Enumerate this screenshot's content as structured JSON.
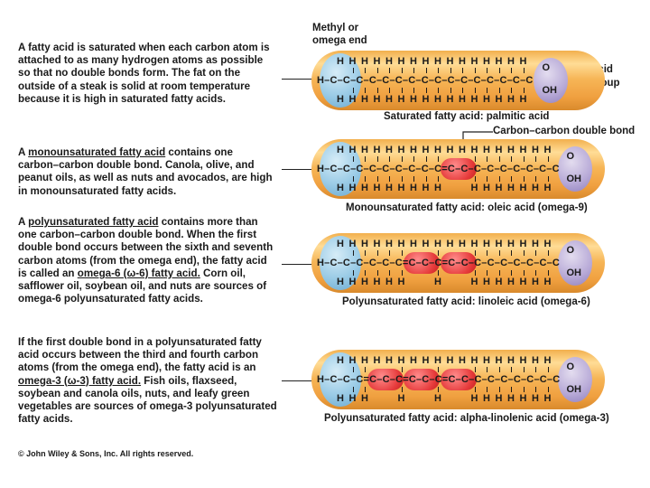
{
  "paragraphs": {
    "saturated": [
      "A fatty acid is saturated when each carbon atom is",
      "attached to as many hydrogen atoms as possible",
      "so that no double bonds form. The fat on the",
      "outside of a steak is solid at room temperature",
      "because it is high in saturated fatty acids."
    ],
    "mono": {
      "pre": "A ",
      "term": "monounsaturated fatty acid",
      "line1_post": " contains one",
      "rest": [
        "carbon–carbon double bond. Canola, olive, and",
        "peanut oils, as well as nuts and avocados, are high",
        "in monounsaturated fatty acids."
      ]
    },
    "poly6": {
      "pre": "A ",
      "term": "polyunsaturated fatty acid",
      "line1_post": " contains more than",
      "lines": [
        "one carbon–carbon double bond. When the first",
        "double bond occurs between the sixth and seventh",
        "carbon atoms (from the omega end), the fatty acid"
      ],
      "line5_pre": "is called an ",
      "term2": "omega-6 (ω-6) fatty acid.",
      "line5_post": " Corn oil,",
      "rest": [
        "safflower oil, soybean oil, and nuts are sources of",
        "omega-6 polyunsaturated fatty acids."
      ]
    },
    "poly3": {
      "lines": [
        "If the first double bond in a polyunsaturated fatty",
        "acid occurs between the third and fourth carbon",
        "atoms (from the omega end), the fatty acid is an"
      ],
      "term": "omega-3 (ω-3) fatty acid.",
      "line4_post": " Fish oils, flaxseed,",
      "rest": [
        "soybean and canola oils, nuts, and leafy green",
        "vegetables are sources of omega-3 polyunsaturated",
        "fatty acids."
      ]
    }
  },
  "copyright": "© John Wiley & Sons, Inc. All rights reserved.",
  "labels": {
    "methyl_end": [
      "Methyl or",
      "omega end"
    ],
    "acid_group": [
      "Acid",
      "group"
    ],
    "double_bond": "Carbon–carbon double bond"
  },
  "molecules": [
    {
      "caption": "Saturated fatty acid: palmitic acid",
      "double_bonds": []
    },
    {
      "caption": "Monounsaturated fatty acid: oleic acid (omega-9)",
      "double_bonds": [
        9
      ]
    },
    {
      "caption": "Polyunsaturated fatty acid:  linoleic acid (omega-6)",
      "double_bonds": [
        6,
        9
      ]
    },
    {
      "caption": "Polyunsaturated fatty acid: alpha-linolenic acid (omega-3)",
      "double_bonds": [
        3,
        6,
        9
      ]
    }
  ],
  "molecule_chains": [
    "H–C–C–C–C–C–C–C–C–C–C–C–C–C–C–C–C",
    "H–C–C–C–C–C–C–C–C–C=C–C–C–C–C–C–C–C–C",
    "H–C–C–C–C–C–C=C–C–C=C–C–C–C–C–C–C–C–C",
    "H–C–C–C=C–C–C=C–C–C=C–C–C–C–C–C–C–C–C"
  ],
  "atoms": {
    "hydrogen": "H",
    "carbon": "C",
    "oxygen": "O",
    "hydroxyl": "OH"
  },
  "colors": {
    "methyl_cap": "#8fc6e6",
    "acid_cap": "#b3a6d6",
    "double_bond": "#e63b3b",
    "chain": "#f6b556"
  }
}
